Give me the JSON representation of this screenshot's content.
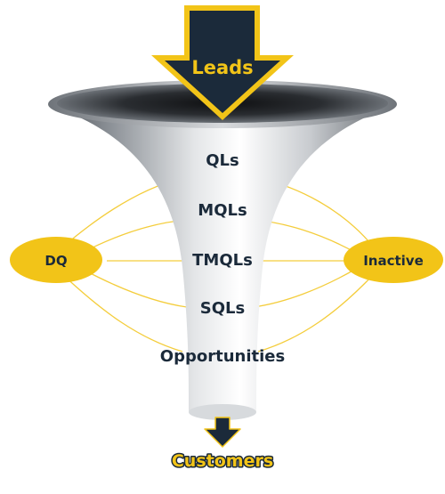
{
  "diagram": {
    "top_arrow_label": "Leads",
    "stages": [
      "QLs",
      "MQLs",
      "TMQLs",
      "SQLs",
      "Opportunities"
    ],
    "left_node_label": "DQ",
    "right_node_label": "Inactive",
    "bottom_label": "Customers"
  },
  "colors": {
    "navy": "#1b2a3a",
    "gold": "#f2c418",
    "line_gold": "#f4cd3c"
  }
}
